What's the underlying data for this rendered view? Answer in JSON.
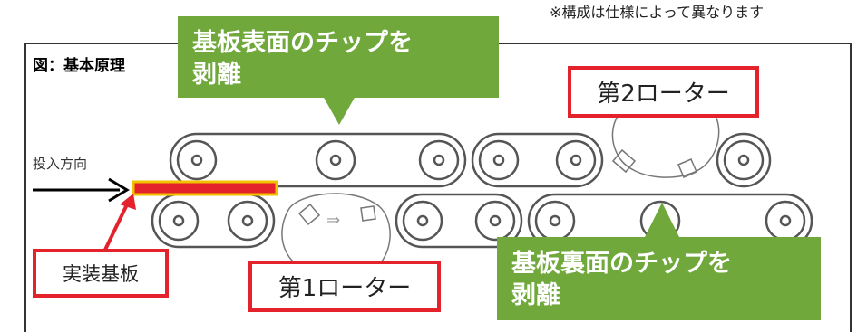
{
  "note": "※構成は仕様によって異なります",
  "figure_title": "図：基本原理",
  "direction_label": "投入方向",
  "callout_top": {
    "line1": "基板表面のチップを",
    "line2": "剥離"
  },
  "callout_bottom": {
    "line1": "基板裏面のチップを",
    "line2": "剥離"
  },
  "rotor2_label": "第2ローター",
  "rotor1_label": "第1ローター",
  "board_label": "実装基板",
  "rotor_arrow": "⇒",
  "colors": {
    "callout": "#70a83c",
    "highlight_border": "#e3222b",
    "board_fill": "#e3222b",
    "board_edge": "#f2c200",
    "frame": "#333333"
  },
  "icons": [
    "feed-arrow-icon",
    "pointer-arrow-icon",
    "roller-icon",
    "rotor-icon"
  ]
}
